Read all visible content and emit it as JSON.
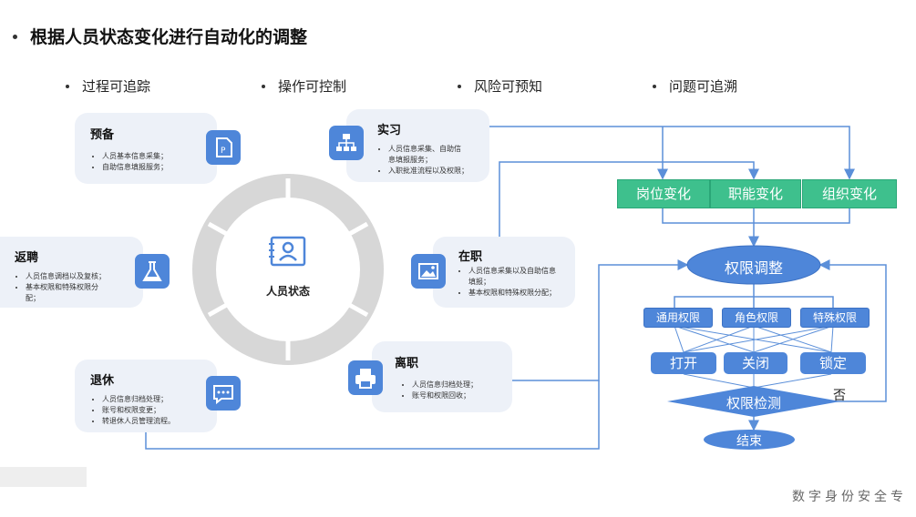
{
  "title": "根据人员状态变化进行自动化的调整",
  "keywords": [
    "过程可追踪",
    "操作可控制",
    "风险可预知",
    "问题可追溯"
  ],
  "center_label": "人员状态",
  "stages": {
    "yubei": {
      "title": "预备",
      "items": [
        "人员基本信息采集；",
        "自助信息填报服务；"
      ],
      "icon": "document-p-icon"
    },
    "shixi": {
      "title": "实习",
      "items": [
        "人员信息采集、自助信",
        "息填报服务；",
        "入职批准流程以及权限；"
      ],
      "icon": "org-chart-icon"
    },
    "zaizhi": {
      "title": "在职",
      "items": [
        "人员信息采集以及自助信息",
        "填报；",
        "基本权限和特殊权限分配；"
      ],
      "icon": "picture-icon"
    },
    "lizhi": {
      "title": "离职",
      "items": [
        "人员信息归档处理；",
        "账号和权限回收；"
      ],
      "icon": "printer-icon"
    },
    "tuixiu": {
      "title": "退休",
      "items": [
        "人员信息归档处理；",
        "账号和权限变更；",
        "转退休人员管理流程。"
      ],
      "icon": "chat-icon"
    },
    "fanpin": {
      "title": "返聘",
      "items": [
        "人员信息调档以及复核；",
        "基本权限和特殊权限分",
        "配；"
      ],
      "icon": "flask-icon"
    }
  },
  "flow": {
    "changes": [
      "岗位变化",
      "职能变化",
      "组织变化"
    ],
    "adjust": "权限调整",
    "permission_types": [
      "通用权限",
      "角色权限",
      "特殊权限"
    ],
    "actions": [
      "打开",
      "关闭",
      "锁定"
    ],
    "check": "权限检测",
    "no_label": "否",
    "end": "结束"
  },
  "watermark": "数字身份安全专",
  "colors": {
    "blue": "#4e86d9",
    "green": "#3ec08d",
    "ring": "#d7d7d7",
    "line": "#5b8fd9",
    "card": "#edf1f8"
  }
}
